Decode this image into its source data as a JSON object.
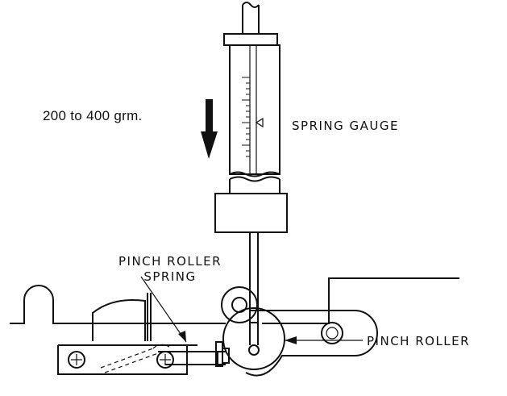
{
  "labels": {
    "force": "200 to 400 grm.",
    "spring_gauge": "SPRING GAUGE",
    "pinch_roller_spring_line1": "PINCH ROLLER",
    "pinch_roller_spring_line2": "SPRING",
    "pinch_roller": "PINCH ROLLER"
  }
}
